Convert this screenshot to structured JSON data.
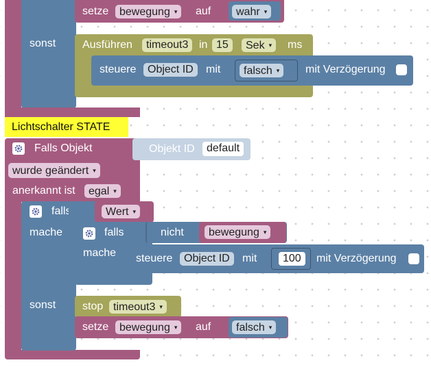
{
  "top": {
    "setze1": {
      "setze": "setze",
      "var": "bewegung",
      "auf": "auf",
      "value": "wahr"
    },
    "sonst": "sonst",
    "ausfuehren": {
      "label": "Ausführen",
      "timer": "timeout3",
      "in": "in",
      "amount": "15",
      "unit": "Sek",
      "ms": "ms"
    },
    "steuere1": {
      "label": "steuere",
      "object": "Object ID",
      "mit": "mit",
      "value": "falsch",
      "delay": "mit Verzögerung"
    }
  },
  "comment": "Lichtschalter STATE",
  "trigger": {
    "falls_objekt": "Falls Objekt",
    "objekt_id": "Objekt ID",
    "objekt_value": "default",
    "geaendert": "wurde geändert",
    "anerkannt": "anerkannt ist",
    "anerkannt_value": "egal"
  },
  "outer_if": {
    "falls": "falls",
    "cond": "Wert",
    "mache": "mache"
  },
  "inner_if": {
    "falls": "falls",
    "nicht": "nicht",
    "var": "bewegung",
    "mache": "mache"
  },
  "steuere2": {
    "label": "steuere",
    "object": "Object ID",
    "mit": "mit",
    "value": "100",
    "delay": "mit Verzögerung"
  },
  "sonst2": "sonst",
  "stop": {
    "label": "stop",
    "timer": "timeout3"
  },
  "setze2": {
    "setze": "setze",
    "var": "bewegung",
    "auf": "auf",
    "value": "falsch"
  },
  "colors": {
    "event": "#a55b80",
    "logic": "#5b80a5",
    "timer": "#a5a55b",
    "comment": "#ffff33"
  },
  "icons": [
    "gear-icon",
    "dropdown-arrow-icon",
    "checkbox-icon"
  ]
}
